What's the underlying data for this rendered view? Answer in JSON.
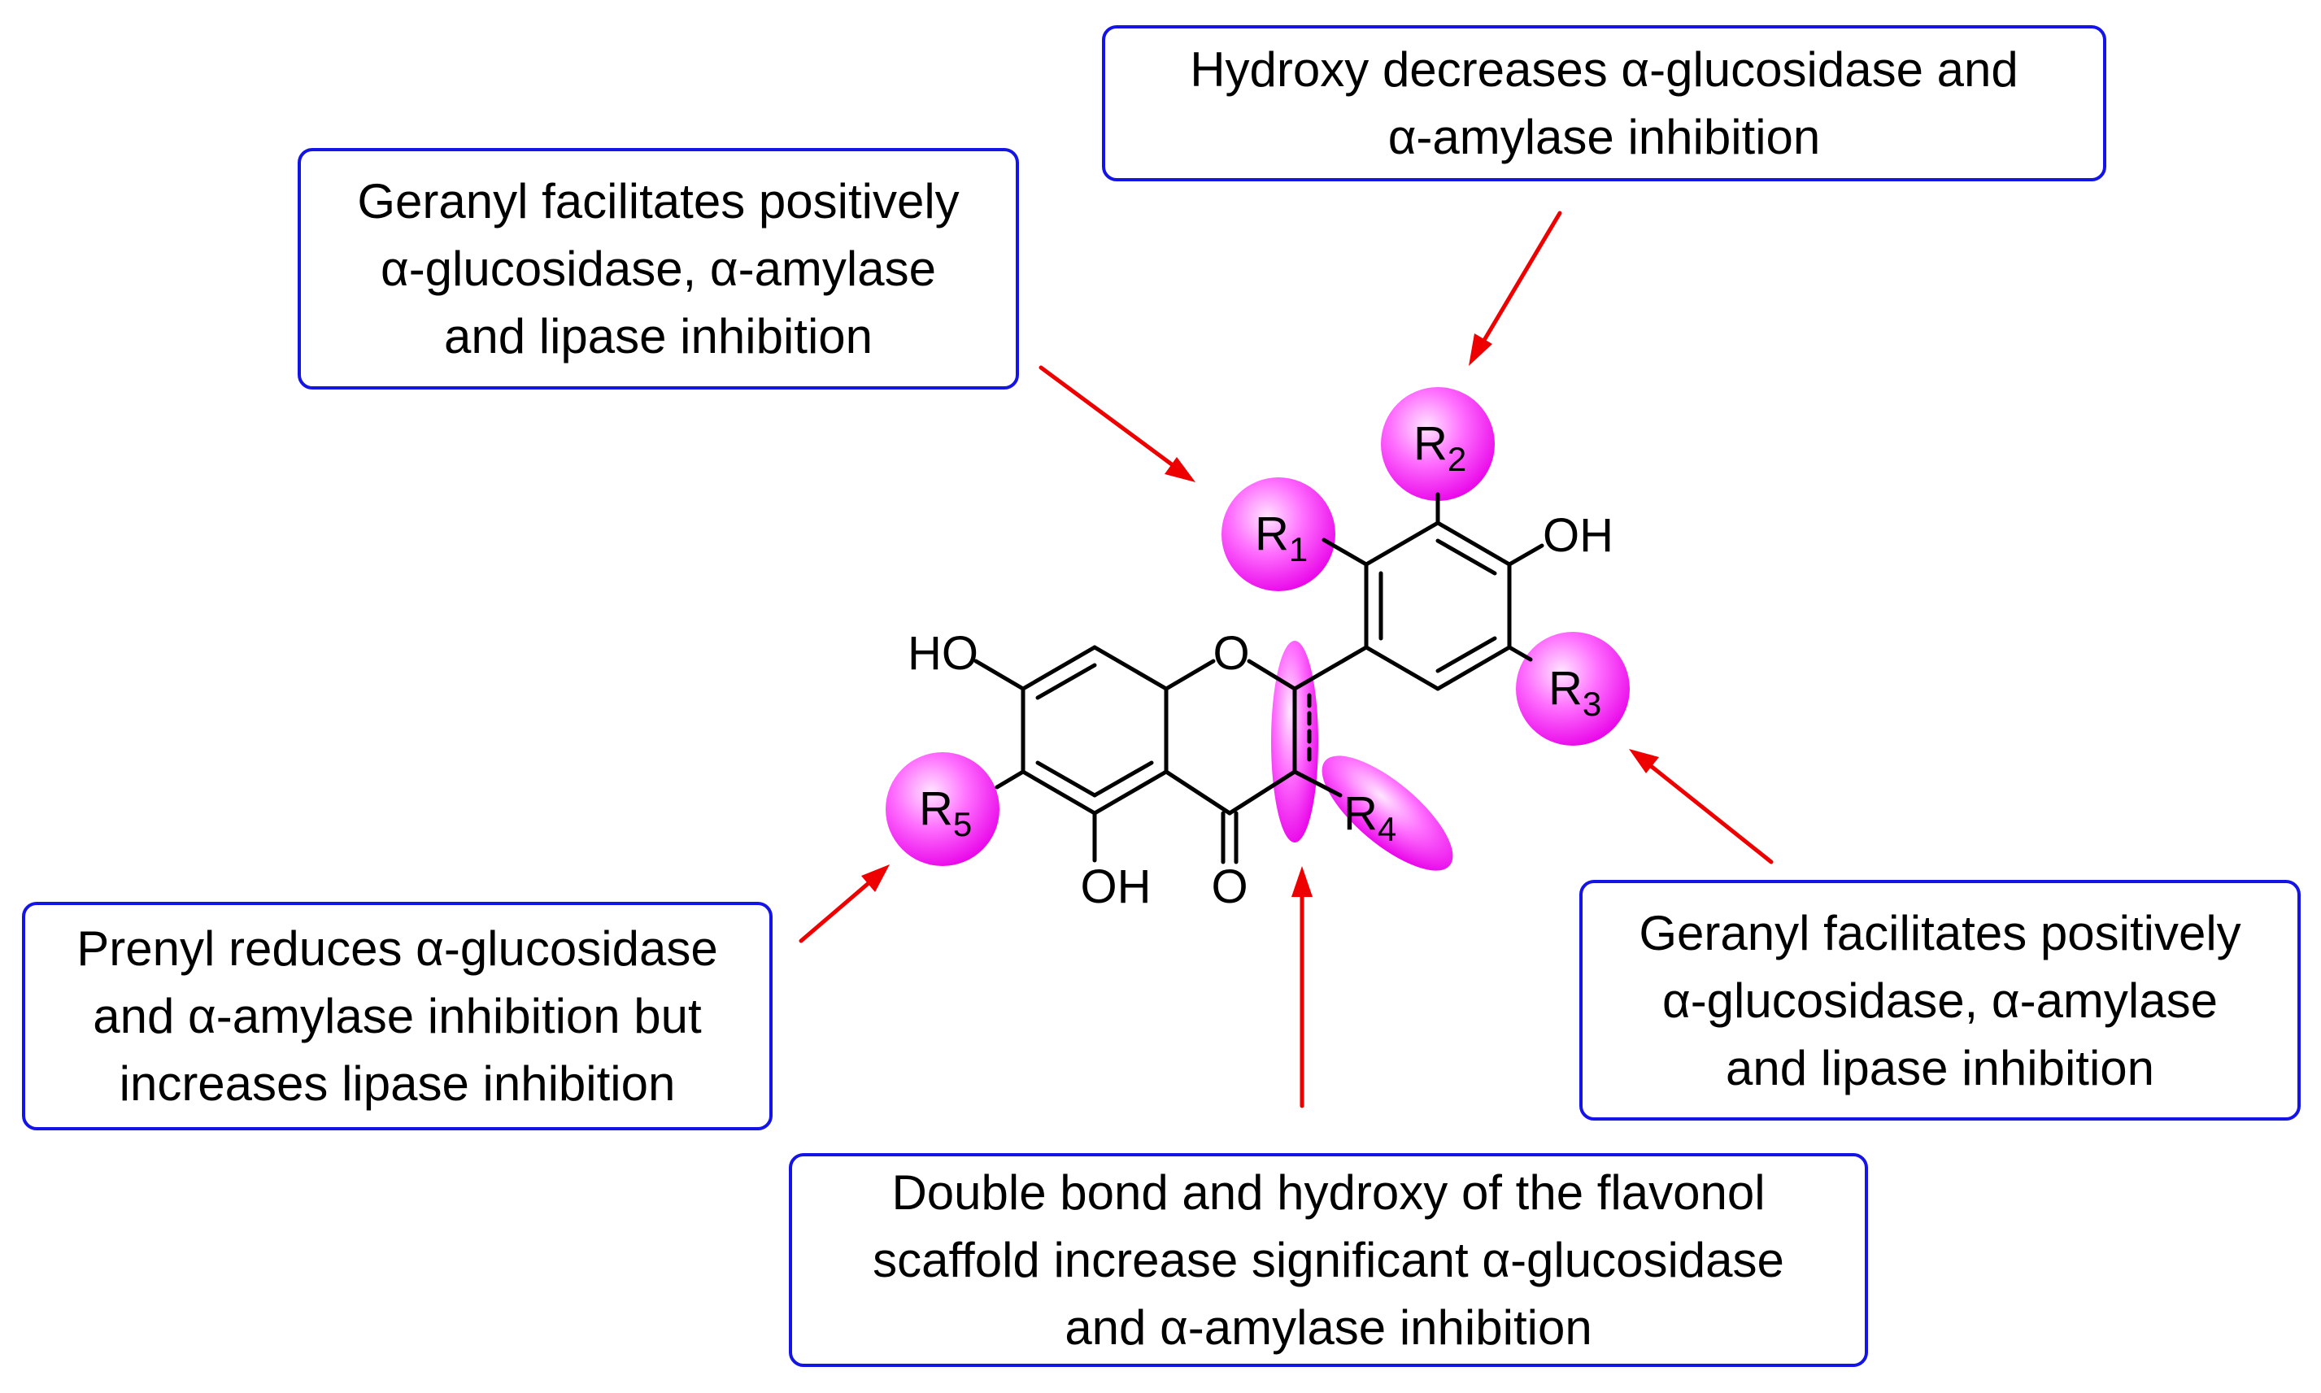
{
  "colors": {
    "box_border": "#1414e6",
    "arrow": "#ee0000",
    "highlight": "#ff44ff",
    "bond": "#000000"
  },
  "notes": {
    "hydroxy": {
      "lines": [
        "Hydroxy decreases α-glucosidase and",
        "α-amylase inhibition"
      ]
    },
    "geranyl_r1": {
      "lines": [
        "Geranyl facilitates positively",
        "α-glucosidase, α-amylase",
        "and lipase inhibition"
      ]
    },
    "geranyl_r3": {
      "lines": [
        "Geranyl facilitates positively",
        "α-glucosidase, α-amylase",
        "and lipase inhibition"
      ]
    },
    "prenyl": {
      "lines": [
        "Prenyl reduces α-glucosidase",
        "and α-amylase inhibition but",
        "increases lipase inhibition"
      ]
    },
    "double_bond": {
      "lines": [
        "Double bond and hydroxy of the flavonol",
        "scaffold increase significant α-glucosidase",
        "and α-amylase inhibition"
      ]
    }
  },
  "molecule": {
    "substituents": {
      "r1": {
        "letter": "R",
        "sub": "1"
      },
      "r2": {
        "letter": "R",
        "sub": "2"
      },
      "r3": {
        "letter": "R",
        "sub": "3"
      },
      "r4": {
        "letter": "R",
        "sub": "4"
      },
      "r5": {
        "letter": "R",
        "sub": "5"
      }
    },
    "atoms": {
      "oh_top": "OH",
      "ho_left": "HO",
      "ring_o": "O",
      "oh_bottom": "OH",
      "carbonyl_o": "O"
    }
  }
}
